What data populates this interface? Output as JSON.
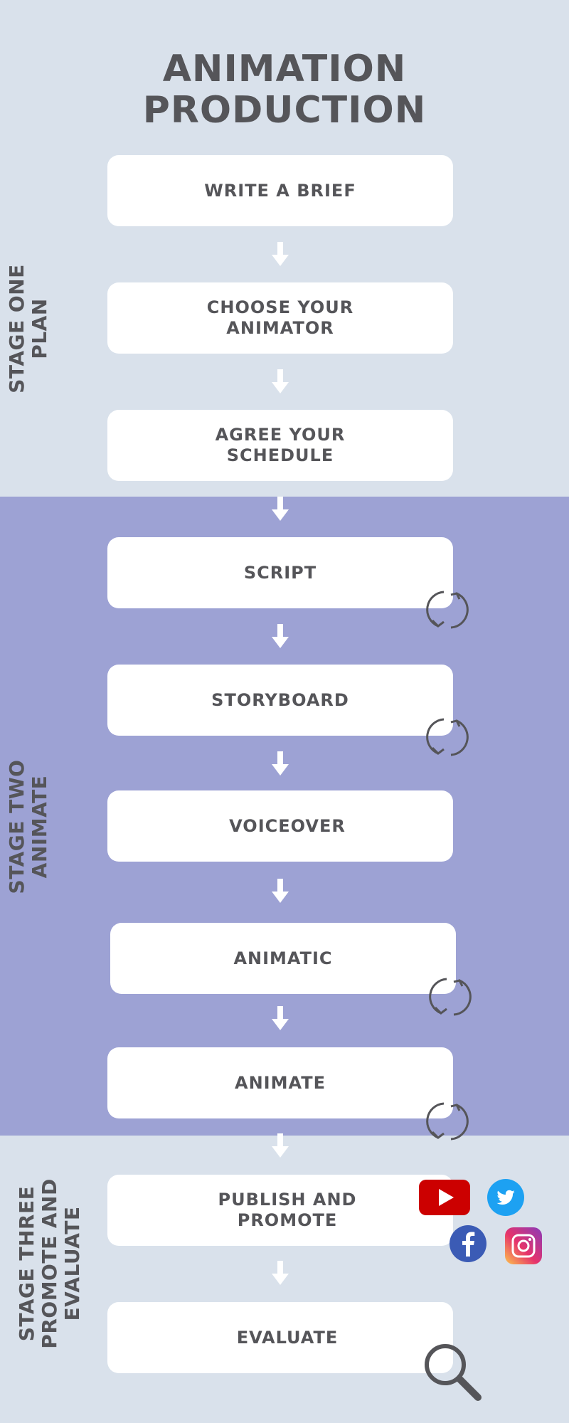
{
  "title": {
    "line1": "ANIMATION",
    "line2": "PRODUCTION"
  },
  "stages": [
    {
      "line1": "STAGE ONE",
      "line2": "PLAN"
    },
    {
      "line1": "STAGE TWO",
      "line2": "ANIMATE"
    },
    {
      "line1": "STAGE THREE",
      "line2": "PROMOTE AND",
      "line3": "EVALUATE"
    }
  ],
  "steps": [
    {
      "line1": "WRITE A BRIEF"
    },
    {
      "line1": "CHOOSE YOUR",
      "line2": "ANIMATOR"
    },
    {
      "line1": "AGREE YOUR",
      "line2": "SCHEDULE"
    },
    {
      "line1": "SCRIPT"
    },
    {
      "line1": "STORYBOARD"
    },
    {
      "line1": "VOICEOVER"
    },
    {
      "line1": "ANIMATIC"
    },
    {
      "line1": "ANIMATE"
    },
    {
      "line1": "PUBLISH AND",
      "line2": "PROMOTE"
    },
    {
      "line1": "EVALUATE"
    }
  ],
  "icons": {
    "iterate": "refresh-cycle-icon",
    "youtube": "youtube-icon",
    "twitter": "twitter-icon",
    "facebook": "facebook-icon",
    "instagram": "instagram-icon",
    "magnifier": "magnifying-glass-icon"
  },
  "colors": {
    "stage_one_bg": "#d9e1eb",
    "stage_two_bg": "#9da2d4",
    "stage_three_bg": "#d9e1eb",
    "text": "#555559",
    "card": "#ffffff"
  }
}
